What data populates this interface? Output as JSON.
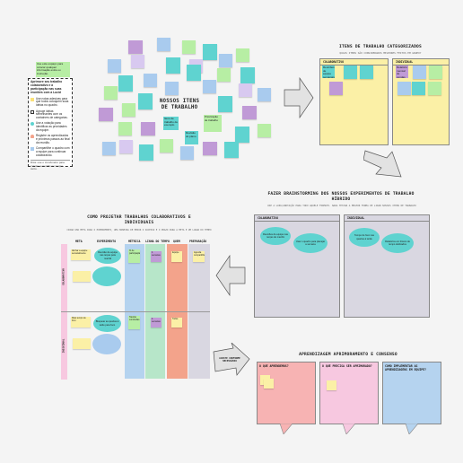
{
  "colors": {
    "board": "#f4f4f4",
    "sticky_cyan": "#5fd3d0",
    "sticky_blue": "#a9cbee",
    "sticky_green": "#b7eea4",
    "sticky_purple": "#c09ad6",
    "sticky_lavender": "#d8c9f0",
    "panel_yellow": "#fbf0a6",
    "panel_gray": "#d9d7e1",
    "pink": "#f7b3b3",
    "rose": "#f7c8e0",
    "sky": "#b5d3ef",
    "salmon": "#f3a38b",
    "arrow_gray": "#e2e2e2"
  },
  "legend": {
    "header_note": "Use este espaço para colocar qualquer informação extra ou instrução.",
    "title": "Aprimore seu trabalho colaborativo e a participação nas suas reuniões com a Lucid",
    "items": [
      "Use notas adesivas para que todos coloquem suas ideias no quadro.",
      "Agrupe ideias semelhantes com os containers de categorias.",
      "Use a votação para identificar as prioridades da equipe.",
      "Registre os aprendizados e próximos passos ao final da reunião.",
      "Compartilhe o quadro com a equipe para continuar colaborando."
    ],
    "footer": "Dica: use o cronômetro para manter a reunião no tempo certo."
  },
  "work_items": {
    "title_line1": "NOSSOS ITENS",
    "title_line2": "DE TRABALHO",
    "labeled_notes": [
      {
        "text": "Itens de trabalho de exemplo"
      },
      {
        "text": "Priorização de trabalho"
      },
      {
        "text": "Revisão do plano"
      }
    ]
  },
  "categorized": {
    "title": "ITENS DE TRABALHO CATEGORIZADOS",
    "subtitle": "QUAIS ITENS SÃO CONSIDERADOS MELHORES FEITOS EM GRUPO?",
    "columns": [
      {
        "label": "COLABORATIVO",
        "note": "Reuniões de equipe semanais"
      },
      {
        "label": "INDIVIDUAL",
        "note": "Relatório mensal de vendas"
      }
    ]
  },
  "brainstorm": {
    "title_line1": "FAZER BRAINSTORMING DOS NOSSOS EXPERIMENTOS DE TRABALHO",
    "title_line2": "HÍBRIDO",
    "subtitle": "USE A LUPA/ANOTAÇÃO PARA TODO AQUELE FORMATO. NADA TESTAR A MELHOR FORMA DE LIDAR NOSSOS ITENS DE TRABALHO",
    "columns": [
      {
        "label": "COLABORATIVO",
        "cloud1": "Reuniões de equipe nas terças de manhã",
        "cloud2": "Usar o quadro para planejar a semana"
      },
      {
        "label": "INDIVIDUAL",
        "cloud1": "Tempo de foco nas quartas à tarde",
        "cloud2": "Relatórios em blocos de tempo dedicados"
      }
    ]
  },
  "project": {
    "title_line1": "COMO PROJETAR TRABALHOS COLABORATIVOS E",
    "title_line2": "INDIVIDUAIS",
    "subtitle": "CRIAR UMA META PARA O EXPERIMENTO, UMA MANEIRA DE MEDIR O SUCESSO E O PRAZO PARA A META E UM LUGAR DO TEMPO",
    "headers": [
      "META",
      "EXPERIMENTO",
      "MÉTRICA",
      "LINHA DO TEMPO",
      "QUEM",
      "PREPARAÇÃO"
    ],
    "rows": [
      {
        "label": "COLABORATIVO",
        "meta": "Alinhar a equipe semanalmente",
        "experimento": "Reunião de equipe nas terças pela manhã",
        "metrica": "% de participação",
        "linha": "4 semanas",
        "quem": "Equipe",
        "prep": "Agenda compartilhada"
      },
      {
        "label": "INDIVIDUAL",
        "meta": "Mais tempo de foco",
        "experimento": "Bloquear as quartas à tarde para foco",
        "metrica": "Tarefas concluídas",
        "linha": "4 semanas",
        "quem": "Todos",
        "prep": ""
      }
    ]
  },
  "arrow_label": "AJUSTE CONFORME NECESSÁRIO",
  "learning": {
    "title": "APRENDIZAGEM APRIMORAMENTO E CONSENSO",
    "boxes": [
      {
        "label": "O QUE APRENDEMOS?"
      },
      {
        "label": "O QUE PRECISA SER APRIMORADO?"
      },
      {
        "label": "COMO IMPLEMENTAR AS APRENDIZAGENS EM EQUIPE?"
      }
    ]
  }
}
